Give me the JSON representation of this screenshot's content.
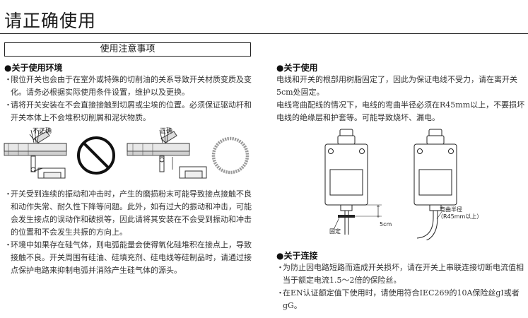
{
  "page": {
    "title": "请正确使用",
    "notice_box": "使用注意事项"
  },
  "left": {
    "env_heading": "●关于使用环境",
    "env_bullets": [
      "限位开关也会由于在室外或特殊的切削油的关系导致开关材质变质及变化。请务必根据实际使用条件设置，维护以及更换。",
      "请将开关安装在不会直接接触到切屑或尘埃的位置。必须保证驱动杆和开关本体上不会堆积切削屑和泥状物质。"
    ],
    "figure_wrong_label": "不正确",
    "figure_right_label": "正确",
    "more_bullets": [
      "开关受到连续的振动和冲击时，产生的磨损粉末可能导致接点接触不良和动作失常、耐久性下降等问题。此外，如有过大的振动和冲击，可能会发生接点的误动作和破损等，因此请将其安装在不会受到振动和冲击的位置和不会发生共振的方向上。",
      "环境中如果存在硅气体，则电弧能量会使得氧化硅堆积在接点上，导致接触不良。开关周围有硅油、硅填充剂、硅电线等硅制品时，请通过接点保护电路来抑制电弧并消除产生硅气体的源头。"
    ]
  },
  "right": {
    "use_heading": "●关于使用",
    "use_paragraphs": [
      "电线和开关的根部用树脂固定了，因此为保证电线不受力，请在离开关5cm处固定。",
      "电线弯曲配线的情况下，电线的弯曲半径必须在R45mm以上，不要损坏电线的绝缘层和护套等。可能导致烧坏、漏电。"
    ],
    "diagram_labels": {
      "fixed": "固定",
      "distance": "5cm",
      "bend_radius_line1": "弯曲半径",
      "bend_radius_line2": "（R45mm以上）"
    },
    "connect_heading": "●关于连接",
    "connect_bullets": [
      "为防止因电路短路而造成开关损坏，请在开关上串联连接切断电流值相当于额定电流1.5～2倍的保险丝。",
      "在EN认证额定值下使用时，请使用符合IEC269的10A保险丝gI或者gG。"
    ]
  },
  "bullet_marker": "・"
}
